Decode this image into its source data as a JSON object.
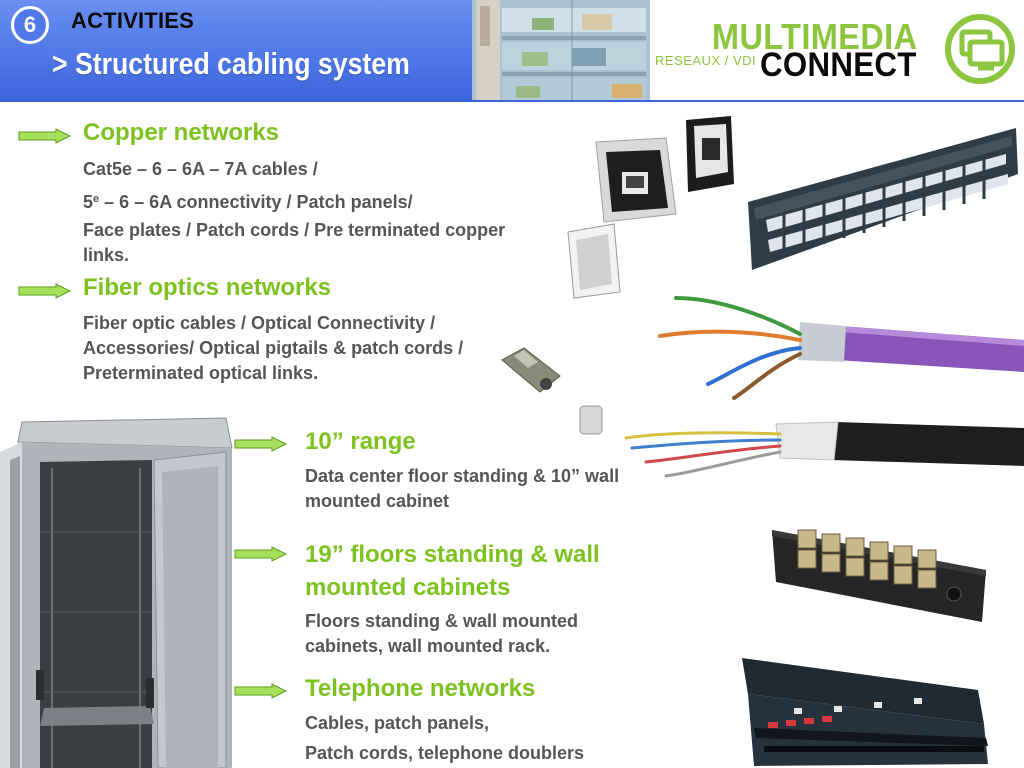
{
  "header": {
    "badge_number": "6",
    "kicker": "ACTIVITIES",
    "title": "> Structured cabling system"
  },
  "logo": {
    "line1": "MULTIMEDIA",
    "prefix": "RESEAUX / VDI",
    "line2": "CONNECT",
    "icon": "computer-network-icon"
  },
  "sections": {
    "copper": {
      "heading": "Copper networks",
      "line1": "Cat5e – 6 – 6A – 7A cables /",
      "line2_pre": "5",
      "line2_sup": "e",
      "line2_post": " – 6 – 6A connectivity / Patch panels/",
      "line3": "Face plates / Patch cords / Pre terminated copper links."
    },
    "fiber": {
      "heading": "Fiber optics networks",
      "body": "Fiber optic cables / Optical Connectivity / Accessories/ Optical pigtails & patch cords / Preterminated optical links."
    },
    "range10": {
      "heading": "10” range",
      "body": "Data center floor standing & 10” wall mounted cabinet"
    },
    "range19": {
      "heading": "19” floors standing & wall mounted cabinets",
      "body": "Floors standing & wall mounted cabinets, wall mounted rack."
    },
    "telephone": {
      "heading": "Telephone networks",
      "line1": "Cables, patch panels,",
      "line2": "Patch cords, telephone doublers"
    }
  },
  "colors": {
    "header_blue": "#4f78e8",
    "accent_green": "#7dc21e",
    "body_grey": "#555555"
  }
}
